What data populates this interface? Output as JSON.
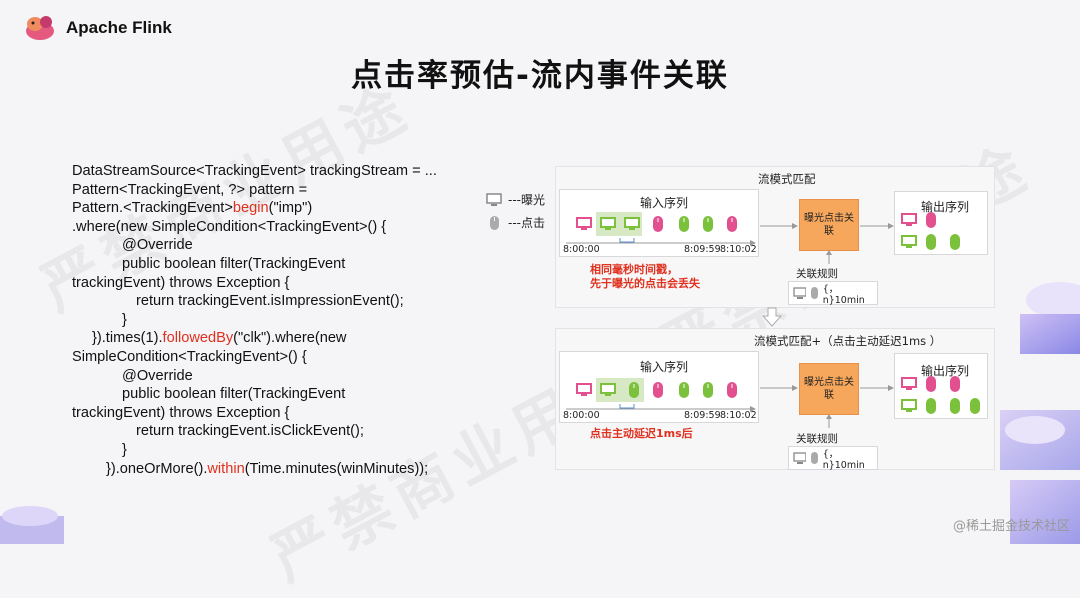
{
  "header": {
    "brand": "Apache Flink",
    "title": "点击率预估-流内事件关联"
  },
  "code_lines": [
    {
      "pre": "DataStreamSource<TrackingEvent> trackingStream = ...",
      "kw": "",
      "post": "",
      "indent": 0
    },
    {
      "pre": "Pattern<TrackingEvent, ?> pattern =",
      "kw": "",
      "post": "",
      "indent": 0
    },
    {
      "pre": "Pattern.<TrackingEvent>",
      "kw": "begin",
      "post": "(\"imp\")",
      "indent": 0
    },
    {
      "pre": ".where(new SimpleCondition<TrackingEvent>() {",
      "kw": "",
      "post": "",
      "indent": 0
    },
    {
      "pre": "@Override",
      "kw": "",
      "post": "",
      "indent": 50
    },
    {
      "pre": "public boolean filter(TrackingEvent",
      "kw": "",
      "post": "",
      "indent": 50
    },
    {
      "pre": "trackingEvent) throws Exception {",
      "kw": "",
      "post": "",
      "indent": 0
    },
    {
      "pre": "return trackingEvent.isImpressionEvent();",
      "kw": "",
      "post": "",
      "indent": 64
    },
    {
      "pre": "}",
      "kw": "",
      "post": "",
      "indent": 50
    },
    {
      "pre": "}).times(1).",
      "kw": "followedBy",
      "post": "(\"clk\").where(new",
      "indent": 20
    },
    {
      "pre": "SimpleCondition<TrackingEvent>() {",
      "kw": "",
      "post": "",
      "indent": 0
    },
    {
      "pre": "@Override",
      "kw": "",
      "post": "",
      "indent": 50
    },
    {
      "pre": "public boolean filter(TrackingEvent",
      "kw": "",
      "post": "",
      "indent": 50
    },
    {
      "pre": "trackingEvent) throws Exception {",
      "kw": "",
      "post": "",
      "indent": 0
    },
    {
      "pre": "return trackingEvent.isClickEvent();",
      "kw": "",
      "post": "",
      "indent": 64
    },
    {
      "pre": "}",
      "kw": "",
      "post": "",
      "indent": 50
    },
    {
      "pre": "}).oneOrMore().",
      "kw": "within",
      "post": "(Time.minutes(winMinutes));",
      "indent": 34
    }
  ],
  "legend": {
    "impression": "---曝光",
    "click": "---点击"
  },
  "panel1": {
    "title": "流模式匹配",
    "input_label": "输入序列",
    "output_label": "输出序列",
    "times": [
      "8:00:00",
      "8:09:59",
      "8:10:02"
    ],
    "operator": "曝光点击关联",
    "rule_label": "关联规则",
    "rule_text": "{，n}10min",
    "note": [
      "相同毫秒时间戳，",
      "先于曝光的点击会丢失"
    ]
  },
  "panel2": {
    "title": "流模式匹配+（点击主动延迟1ms ）",
    "input_label": "输入序列",
    "output_label": "输出序列",
    "times": [
      "8:00:00",
      "8:09:59",
      "8:10:02"
    ],
    "operator": "曝光点击关联",
    "rule_label": "关联规则",
    "rule_text": "{，n}10min",
    "note": [
      "点击主动延迟1ms后"
    ]
  },
  "footer": "@稀土掘金技术社区",
  "colors": {
    "impression_pink": "#e2508f",
    "impression_green": "#7cc13b",
    "operator": "#f6a75c",
    "accent_red": "#e0301e"
  }
}
